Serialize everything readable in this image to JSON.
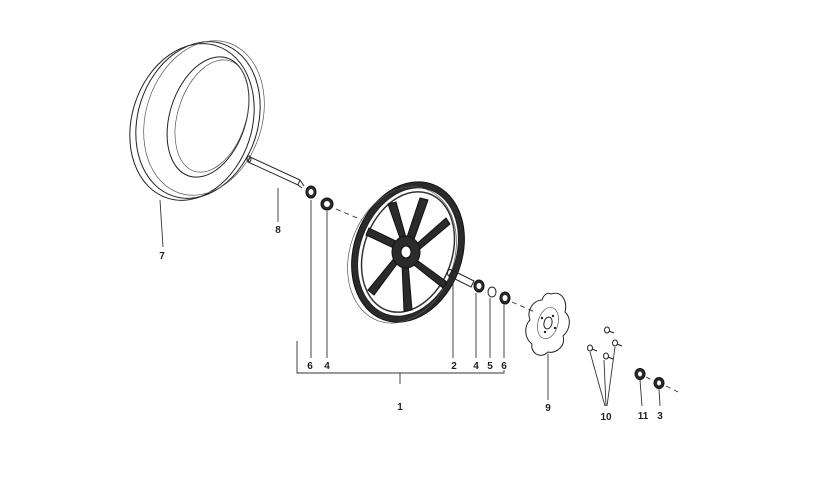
{
  "labels": {
    "tyre": "7",
    "axle": "8",
    "left_spacer_6": "6",
    "left_bearing_4": "4",
    "spacer_tube": "2",
    "right_bearing_4": "4",
    "circlip": "5",
    "right_spacer_6": "6",
    "wheel_assembly": "1",
    "brake_disc": "9",
    "disc_screws": "10",
    "nut_11": "11",
    "nut_3": "3"
  }
}
